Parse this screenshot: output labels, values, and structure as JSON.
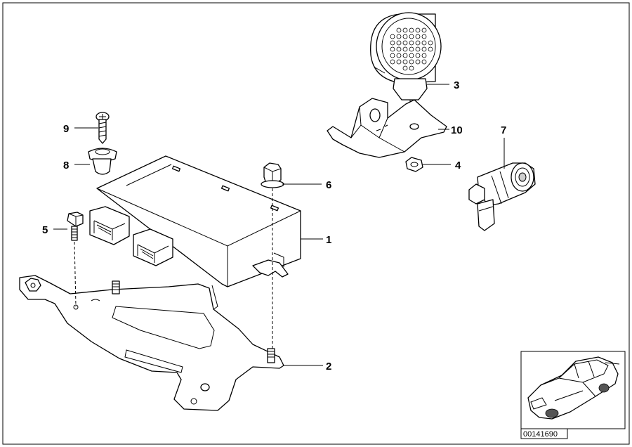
{
  "callouts": [
    {
      "id": "1",
      "text": "1"
    },
    {
      "id": "2",
      "text": "2"
    },
    {
      "id": "3",
      "text": "3"
    },
    {
      "id": "4",
      "text": "4"
    },
    {
      "id": "5",
      "text": "5"
    },
    {
      "id": "6",
      "text": "6"
    },
    {
      "id": "7",
      "text": "7"
    },
    {
      "id": "8",
      "text": "8"
    },
    {
      "id": "9",
      "text": "9"
    },
    {
      "id": "10",
      "text": "10"
    }
  ],
  "reference_number": "00141690",
  "colors": {
    "line": "#000000",
    "background": "#ffffff",
    "shade": "#cfcfcf"
  }
}
